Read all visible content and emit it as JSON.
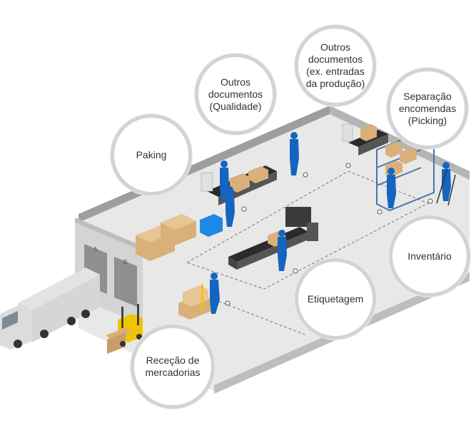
{
  "bubbles": {
    "paking": "Paking",
    "qualidade": "Outros\ndocumentos\n(Qualidade)",
    "producao": "Outros\ndocumentos\n(ex. entradas\nda produção)",
    "separacao": "Separação\nencomendas\n(Picking)",
    "inventario": "Inventário",
    "etiquetagem": "Etiquetagem",
    "rececao": "Receção de\nmercadorias"
  },
  "doors": {
    "a": "A",
    "b": "B"
  },
  "colors": {
    "worker": "#1565c0",
    "floor": "#e6e6e6",
    "wall": "#c9c9c9",
    "bubble_border": "#d3d3d3",
    "box": "#d9b07a",
    "conveyor": "#2b2b2b",
    "forklift": "#f2c400"
  }
}
